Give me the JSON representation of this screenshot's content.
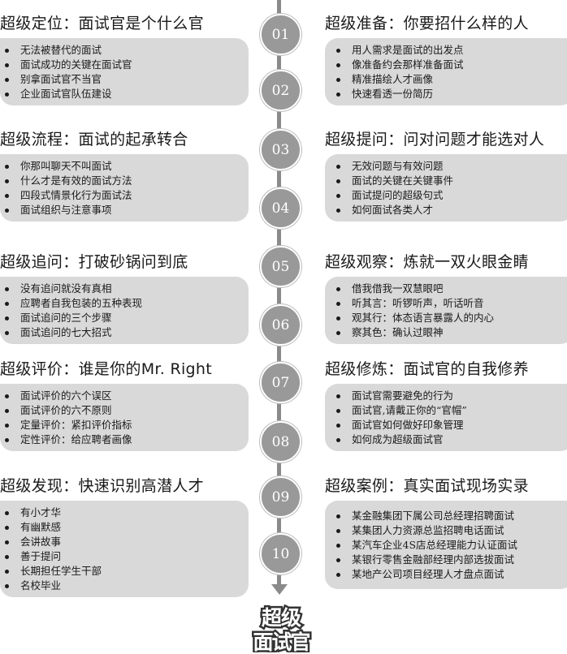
{
  "nodes": [
    "01",
    "02",
    "03",
    "04",
    "05",
    "06",
    "07",
    "08",
    "09",
    "10"
  ],
  "sections": [
    {
      "title": "超级定位：面试官是个什么官",
      "items": [
        "无法被替代的面试",
        "面试成功的关键在面试官",
        "别拿面试官不当官",
        "企业面试官队伍建设"
      ]
    },
    {
      "title": "超级准备：你要招什么样的人",
      "items": [
        "用人需求是面试的出发点",
        "像准备约会那样准备面试",
        "精准描绘人才画像",
        "快速看透一份简历"
      ]
    },
    {
      "title": "超级流程：面试的起承转合",
      "items": [
        "你那叫聊天不叫面试",
        "什么才是有效的面试方法",
        "四段式情景化行为面试法",
        "面试组织与注意事项"
      ]
    },
    {
      "title": "超级提问：问对问题才能选对人",
      "items": [
        "无效问题与有效问题",
        "面试的关键在关键事件",
        "面试提问的超级句式",
        "如何面试各类人才"
      ]
    },
    {
      "title": "超级追问：打破砂锅问到底",
      "items": [
        "没有追问就没有真相",
        "应聘者自我包装的五种表现",
        "面试追问的三个步骤",
        "面试追问的七大招式"
      ]
    },
    {
      "title": "超级观察：炼就一双火眼金睛",
      "items": [
        "借我借我一双慧眼吧",
        "听其言：听锣听声，听话听音",
        "观其行：体态语言暴露人的内心",
        "察其色：确认过眼神"
      ]
    },
    {
      "title": "超级评价：谁是你的Mr. Right",
      "items": [
        "面试评价的六个误区",
        "面试评价的六不原则",
        "定量评价：紧扣评价指标",
        "定性评价：给应聘者画像"
      ]
    },
    {
      "title": "超级修炼：面试官的自我修养",
      "items": [
        "面试官需要避免的行为",
        "面试官,请戴正你的“官帽”",
        "面试官如何做好印象管理",
        "如何成为超级面试官"
      ]
    },
    {
      "title": "超级发现：快速识别高潜人才",
      "items": [
        "有小才华",
        "有幽默感",
        "会讲故事",
        "善于提问",
        "长期担任学生干部",
        "名校毕业"
      ]
    },
    {
      "title": "超级案例：真实面试现场实录",
      "items": [
        "某金融集团下属公司总经理招聘面试",
        "某集团人力资源总监招聘电话面试",
        "某汽车企业4S店总经理能力认证面试",
        "某银行零售金融部经理内部选拔面试",
        "某地产公司项目经理人才盘点面试"
      ]
    }
  ],
  "logo": {
    "line1": "超级",
    "line2": "面试官"
  },
  "colors": {
    "box": "#d9d9d9",
    "node": "#999999",
    "line": "#8a8a8a"
  }
}
